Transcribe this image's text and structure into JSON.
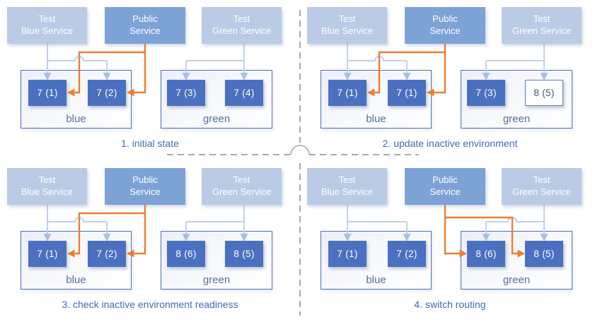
{
  "colors": {
    "service_test_fill": "#b9cbe5",
    "service_public_fill": "#7da3d6",
    "pod_fill": "#4b70c0",
    "pod_outline_border": "#5c7fc2",
    "environment_border": "#4c70ba",
    "connector_blue": "#c3d1ea",
    "connector_orange": "#ed7d31",
    "divider_gray": "#a8a8a8",
    "caption_blue": "#3e6bb5",
    "environment_label": "#5a7099"
  },
  "panels": [
    {
      "caption": "1. initial state",
      "public_routes_to": "blue",
      "services": [
        {
          "line1": "Test",
          "line2": "Blue Service"
        },
        {
          "line1": "Public",
          "line2": "Service"
        },
        {
          "line1": "Test",
          "line2": "Green Service"
        }
      ],
      "environments": [
        {
          "label": "blue",
          "pods": [
            {
              "label": "7 (1)",
              "style": "filled"
            },
            {
              "label": "7 (2)",
              "style": "filled"
            }
          ]
        },
        {
          "label": "green",
          "pods": [
            {
              "label": "7 (3)",
              "style": "filled"
            },
            {
              "label": "7 (4)",
              "style": "filled"
            }
          ]
        }
      ]
    },
    {
      "caption": "2. update inactive environment",
      "public_routes_to": "blue",
      "services": [
        {
          "line1": "Test",
          "line2": "Blue Service"
        },
        {
          "line1": "Public",
          "line2": "Service"
        },
        {
          "line1": "Test",
          "line2": "Green Service"
        }
      ],
      "environments": [
        {
          "label": "blue",
          "pods": [
            {
              "label": "7 (1)",
              "style": "filled"
            },
            {
              "label": "7 (1)",
              "style": "filled"
            }
          ]
        },
        {
          "label": "green",
          "pods": [
            {
              "label": "7 (3)",
              "style": "filled"
            },
            {
              "label": "8 (5)",
              "style": "outline"
            }
          ]
        }
      ]
    },
    {
      "caption": "3. check inactive environment readiness",
      "public_routes_to": "blue",
      "services": [
        {
          "line1": "Test",
          "line2": "Blue Service"
        },
        {
          "line1": "Public",
          "line2": "Service"
        },
        {
          "line1": "Test",
          "line2": "Green Service"
        }
      ],
      "environments": [
        {
          "label": "blue",
          "pods": [
            {
              "label": "7 (1)",
              "style": "filled"
            },
            {
              "label": "7 (2)",
              "style": "filled"
            }
          ]
        },
        {
          "label": "green",
          "pods": [
            {
              "label": "8 (6)",
              "style": "filled"
            },
            {
              "label": "8 (5)",
              "style": "filled"
            }
          ]
        }
      ]
    },
    {
      "caption": "4. switch routing",
      "public_routes_to": "green",
      "services": [
        {
          "line1": "Test",
          "line2": "Blue Service"
        },
        {
          "line1": "Public",
          "line2": "Service"
        },
        {
          "line1": "Test",
          "line2": "Green Service"
        }
      ],
      "environments": [
        {
          "label": "blue",
          "pods": [
            {
              "label": "7 (1)",
              "style": "filled"
            },
            {
              "label": "7 (2)",
              "style": "filled"
            }
          ]
        },
        {
          "label": "green",
          "pods": [
            {
              "label": "8 (6)",
              "style": "filled"
            },
            {
              "label": "8 (5)",
              "style": "filled"
            }
          ]
        }
      ]
    }
  ]
}
